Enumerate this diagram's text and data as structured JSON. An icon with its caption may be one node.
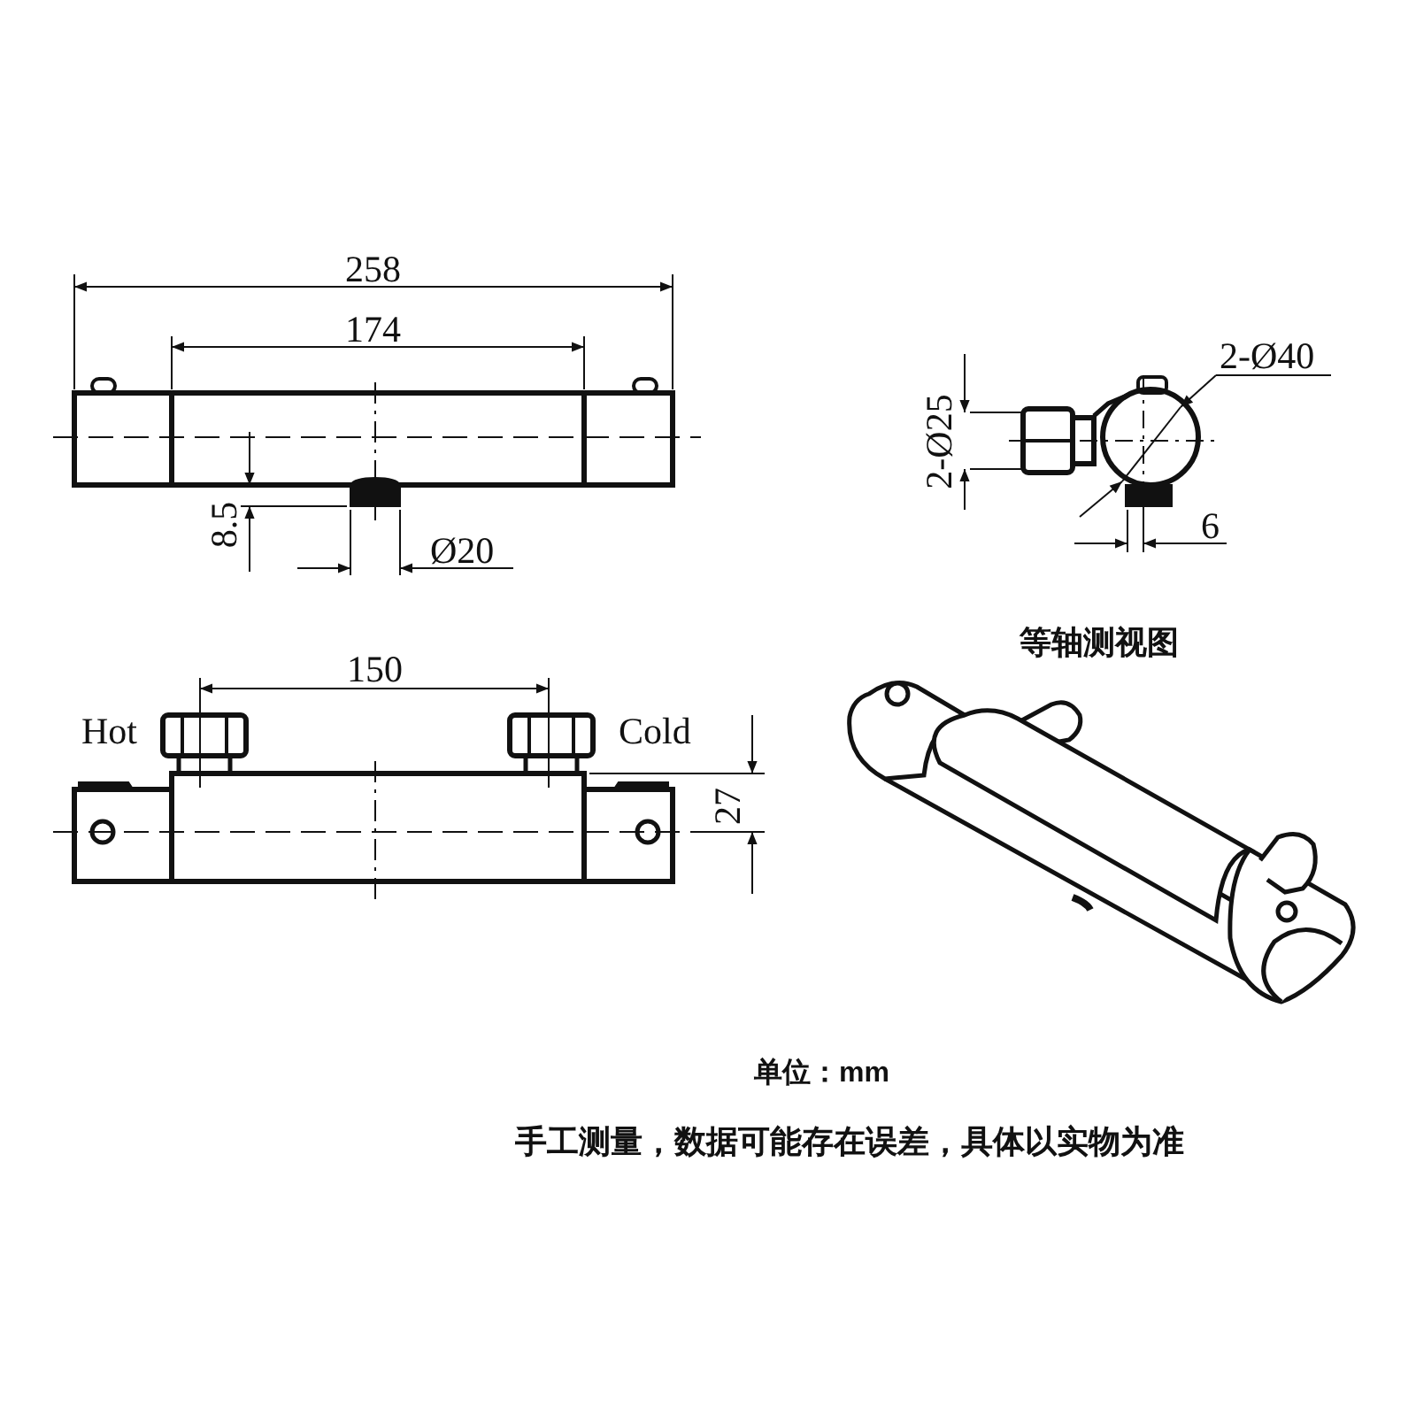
{
  "diagram": {
    "labels": [
      "258",
      "174",
      "2-Ø40",
      "2-Ø25",
      "8.5",
      "Ø20",
      "6",
      "等轴测视图",
      "150",
      "Hot",
      "Cold",
      "27",
      "单位：mm",
      "手工测量，数据可能存在误差，具体以实物为准"
    ]
  }
}
